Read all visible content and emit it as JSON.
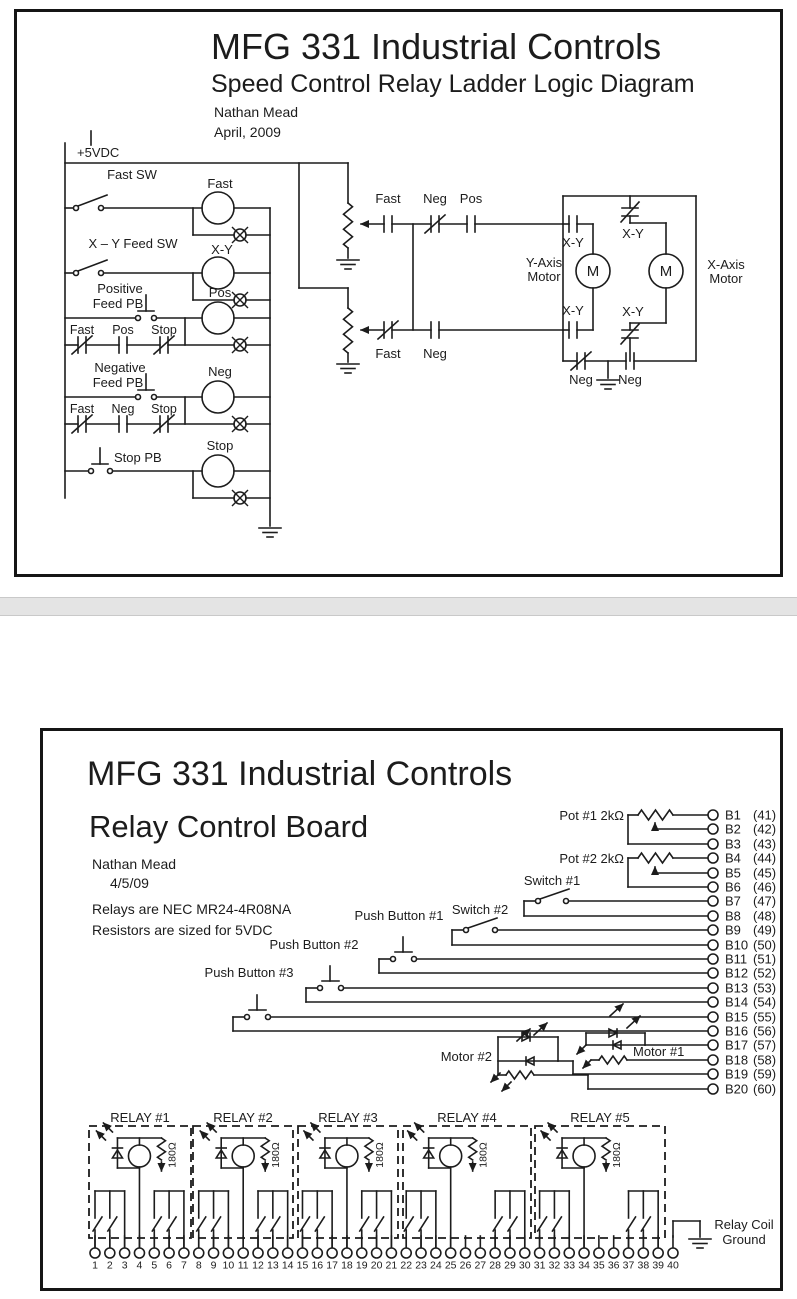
{
  "pages": {
    "p1": {
      "title": "MFG 331 Industrial Controls",
      "subtitle": "Speed Control Relay Ladder Logic Diagram",
      "author": "Nathan Mead",
      "date": "April, 2009",
      "rail_label": "+5VDC",
      "r1_sw": "Fast SW",
      "r1_coil": "Fast",
      "r2_sw": "X – Y Feed SW",
      "r2_coil": "X-Y",
      "r3_l1": "Positive",
      "r3_l2": "Feed PB",
      "r3_coil": "Pos",
      "r3_c1": "Fast",
      "r3_c2": "Pos",
      "r3_c3": "Stop",
      "r4_l1": "Negative",
      "r4_l2": "Feed PB",
      "r4_coil": "Neg",
      "r4_c1": "Fast",
      "r4_c2": "Neg",
      "r4_c3": "Stop",
      "r5_l": "Stop PB",
      "r5_coil": "Stop",
      "sp_t1": "Fast",
      "sp_t2": "Neg",
      "sp_t3": "Pos",
      "sp_b1": "Fast",
      "sp_b2": "Neg",
      "br_xy_tl": "X-Y",
      "br_xy_tr": "X-Y",
      "br_xy_bl": "X-Y",
      "br_xy_br": "X-Y",
      "br_neg_l": "Neg",
      "br_neg_r": "Neg",
      "motor_m": "M",
      "ym1": "Y-Axis",
      "ym2": "Motor",
      "xm1": "X-Axis",
      "xm2": "Motor"
    },
    "p2": {
      "title": "MFG 331 Industrial Controls",
      "subtitle": "Relay Control Board",
      "author": "Nathan Mead",
      "date": "4/5/09",
      "note1": "Relays are NEC MR24-4R08NA",
      "note2": "Resistors are sized for 5VDC",
      "pot1": "Pot #1  2kΩ",
      "pot2": "Pot #2  2kΩ",
      "sw1": "Switch #1",
      "sw2": "Switch #2",
      "pb1": "Push Button #1",
      "pb2": "Push Button #2",
      "pb3": "Push Button #3",
      "motor1": "Motor #1",
      "motor2": "Motor #2",
      "gnd1": "Relay Coil",
      "gnd2": "Ground",
      "b_pins": [
        {
          "label": "B1",
          "num": "(41)"
        },
        {
          "label": "B2",
          "num": "(42)"
        },
        {
          "label": "B3",
          "num": "(43)"
        },
        {
          "label": "B4",
          "num": "(44)"
        },
        {
          "label": "B5",
          "num": "(45)"
        },
        {
          "label": "B6",
          "num": "(46)"
        },
        {
          "label": "B7",
          "num": "(47)"
        },
        {
          "label": "B8",
          "num": "(48)"
        },
        {
          "label": "B9",
          "num": "(49)"
        },
        {
          "label": "B10",
          "num": "(50)"
        },
        {
          "label": "B11",
          "num": "(51)"
        },
        {
          "label": "B12",
          "num": "(52)"
        },
        {
          "label": "B13",
          "num": "(53)"
        },
        {
          "label": "B14",
          "num": "(54)"
        },
        {
          "label": "B15",
          "num": "(55)"
        },
        {
          "label": "B16",
          "num": "(56)"
        },
        {
          "label": "B17",
          "num": "(57)"
        },
        {
          "label": "B18",
          "num": "(58)"
        },
        {
          "label": "B19",
          "num": "(59)"
        },
        {
          "label": "B20",
          "num": "(60)"
        }
      ],
      "relays": [
        {
          "label": "RELAY #1",
          "resistor": "180Ω"
        },
        {
          "label": "RELAY #2",
          "resistor": "180Ω"
        },
        {
          "label": "RELAY #3",
          "resistor": "180Ω"
        },
        {
          "label": "RELAY #4",
          "resistor": "180Ω"
        },
        {
          "label": "RELAY #5",
          "resistor": "180Ω"
        }
      ],
      "pin_numbers": [
        "1",
        "2",
        "3",
        "4",
        "5",
        "6",
        "7",
        "8",
        "9",
        "10",
        "11",
        "12",
        "13",
        "14",
        "15",
        "16",
        "17",
        "18",
        "19",
        "20",
        "21",
        "22",
        "23",
        "24",
        "25",
        "26",
        "27",
        "28",
        "29",
        "30",
        "31",
        "32",
        "33",
        "34",
        "35",
        "36",
        "37",
        "38",
        "39",
        "40"
      ]
    }
  },
  "colors": {
    "ink": "#1c1c1c",
    "paper": "#ffffff",
    "page_border": "#151515",
    "divider_bg": "#e4e4e4",
    "divider_edge": "#c9c9c9"
  }
}
